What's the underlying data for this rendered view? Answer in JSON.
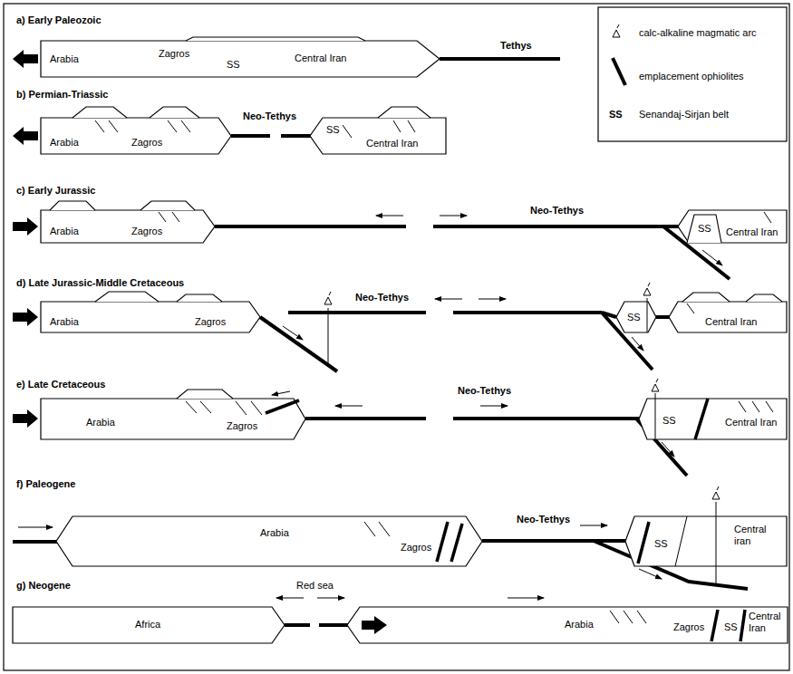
{
  "diagram": {
    "nodes": [
      {
        "text": [
          "Arabia",
          "Zagros",
          "SS",
          "Central Iran"
        ]
      },
      {
        "text": [
          "Arabia",
          "Zagros"
        ]
      },
      {
        "text": [
          "SS",
          "Central Iran"
        ]
      },
      {
        "text": [
          "Arabia",
          "Zagros"
        ]
      },
      {
        "text": [
          "SS",
          "Central Iran"
        ]
      },
      {
        "text": [
          "Arabia",
          "Zagros"
        ]
      },
      {
        "text": [
          "SS"
        ]
      },
      {
        "text": [
          "Central Iran"
        ]
      },
      {
        "text": [
          "Arabia",
          "Zagros"
        ]
      },
      {
        "text": [
          "SS",
          "Central Iran"
        ]
      },
      {
        "text": [
          "Arabia",
          "Zagros"
        ]
      },
      {
        "text": [
          "SS",
          "Central iran"
        ]
      },
      {
        "text": [
          "Africa"
        ]
      },
      {
        "text": [
          "Arabia",
          "Zagros",
          "SS",
          "Central Iran"
        ]
      }
    ],
    "labels": [
      "a) Early Paleozoic",
      "Tethys",
      "b) Permian-Triassic",
      "Neo-Tethys",
      "c) Early Jurassic",
      "Neo-Tethys",
      "d) Late Jurassic-Middle Cretaceous",
      "Neo-Tethys",
      "e) Late Cretaceous",
      "Neo-Tethys",
      "f) Paleogene",
      "Neo-Tethys",
      "g) Neogene",
      "Red sea",
      "SS"
    ],
    "legend": [
      {
        "text": "calc-alkaline magmatic arc"
      },
      {
        "text": "emplacement ophiolites"
      },
      {
        "text": "Senandaj-Sirjan belt"
      }
    ]
  }
}
